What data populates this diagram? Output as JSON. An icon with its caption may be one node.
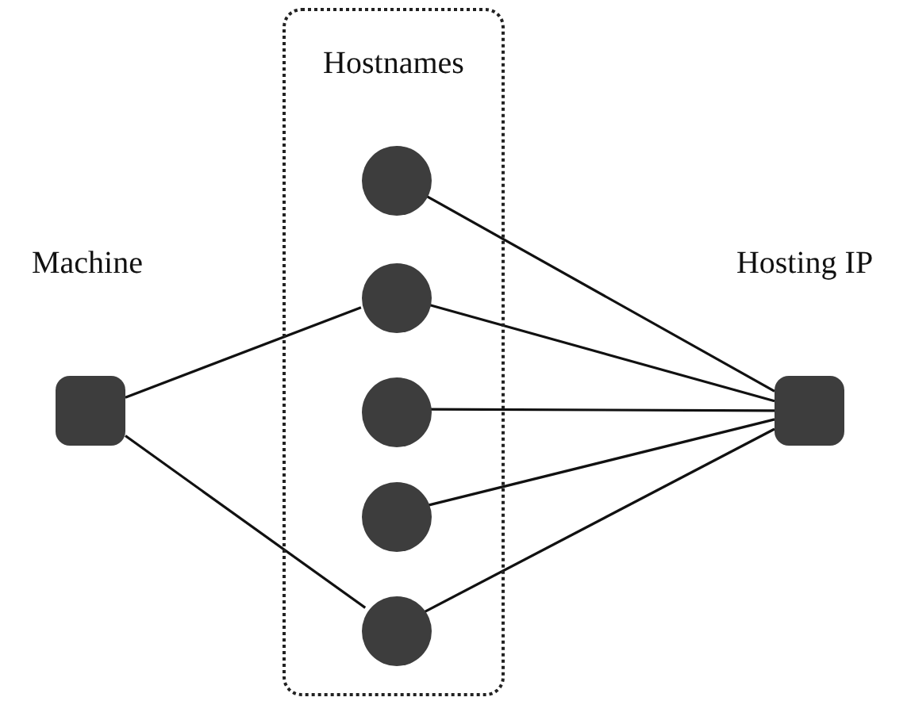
{
  "diagram": {
    "nodes": [
      {
        "text": [
          "Hostnames"
        ]
      },
      {
        "text": [],
        "shape": "circle",
        "in": 0
      },
      {
        "text": [],
        "shape": "circle",
        "in": 0
      },
      {
        "text": [],
        "shape": "circle",
        "in": 0
      },
      {
        "text": [],
        "shape": "circle",
        "in": 0
      },
      {
        "text": [],
        "shape": "circle",
        "in": 0
      },
      {
        "text": [
          "Machine"
        ]
      },
      {
        "text": [
          "Hosting IP"
        ]
      }
    ],
    "edges": [
      {
        "from": 6,
        "to": 2,
        "arrow": "none"
      },
      {
        "from": 6,
        "to": 5,
        "arrow": "none"
      },
      {
        "from": 7,
        "to": 1,
        "arrow": "none"
      },
      {
        "from": 7,
        "to": 2,
        "arrow": "none"
      },
      {
        "from": 7,
        "to": 3,
        "arrow": "none"
      },
      {
        "from": 7,
        "to": 4,
        "arrow": "none"
      },
      {
        "from": 7,
        "to": 5,
        "arrow": "none"
      }
    ]
  }
}
